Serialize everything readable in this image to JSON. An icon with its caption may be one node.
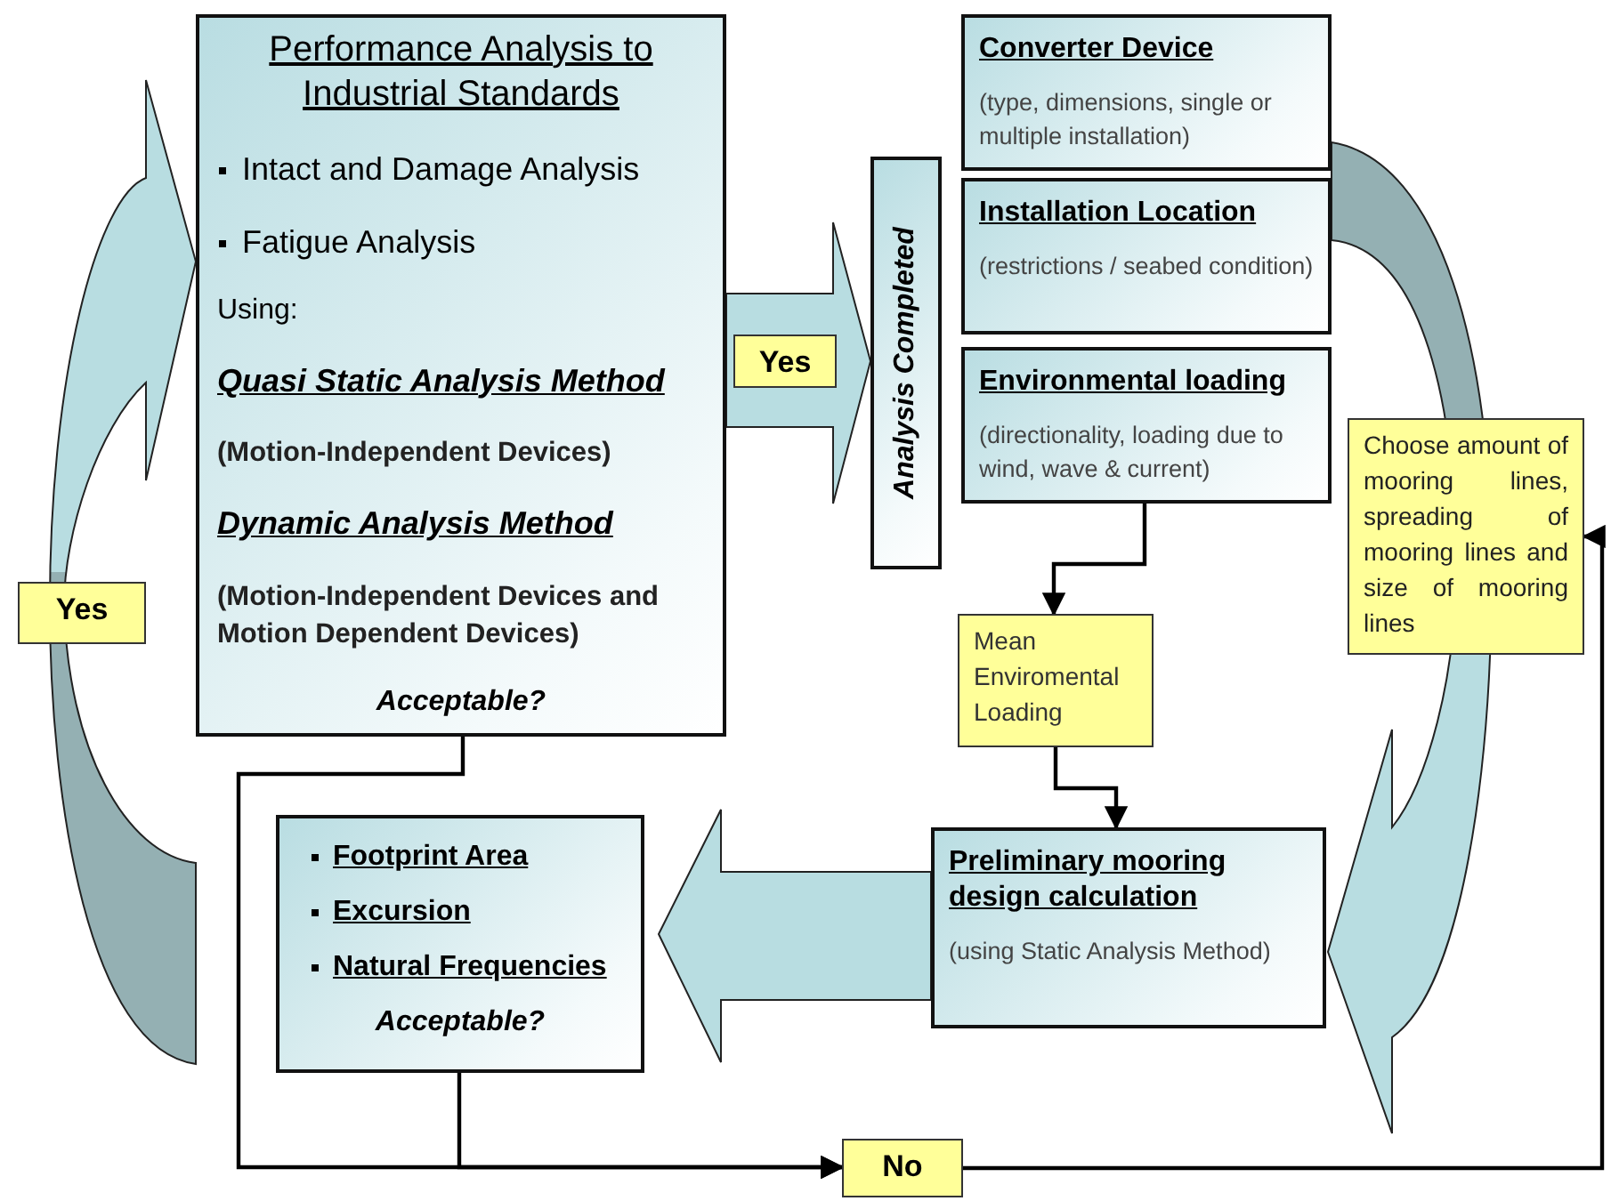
{
  "diagram": {
    "nodes": [
      {
        "text": [
          "Performance Analysis to Industrial Standards",
          "Intact and Damage Analysis",
          "Fatigue Analysis",
          "Using:",
          "Quasi Static Analysis Method",
          "(Motion-Independent Devices)",
          "Dynamic Analysis Method",
          "(Motion-Independent Devices and Motion Dependent Devices)",
          "Acceptable?"
        ]
      },
      {
        "text": [
          "Analysis Completed"
        ]
      },
      {
        "text": [
          "Converter Device",
          "(type, dimensions, single or multiple installation)"
        ]
      },
      {
        "text": [
          "Installation Location",
          "(restrictions / seabed condition)"
        ]
      },
      {
        "text": [
          "Environmental loading",
          "(directionality, loading due to wind, wave & current)"
        ]
      },
      {
        "text": [
          "Choose amount of mooring lines, spreading of mooring lines and size of mooring lines"
        ]
      },
      {
        "text": [
          "Mean Enviromental Loading"
        ]
      },
      {
        "text": [
          "Preliminary mooring design calculation",
          "(using Static Analysis Method)"
        ]
      },
      {
        "text": [
          "Footprint Area",
          "Excursion",
          "Natural Frequencies",
          "Acceptable?"
        ]
      },
      {
        "text": [
          "No"
        ]
      },
      {
        "text": [
          "Yes"
        ]
      },
      {
        "text": [
          "Yes"
        ]
      }
    ],
    "edges": [
      {
        "from": 0,
        "to": 1,
        "arrow": "to",
        "style": "thick",
        "color": "#b8dde1"
      },
      {
        "from": 4,
        "to": 6,
        "arrow": "to"
      },
      {
        "from": 6,
        "to": 7,
        "arrow": "to"
      },
      {
        "from": 3,
        "to": 7,
        "arrow": "to",
        "style": "thick",
        "color": "#b8dde1"
      },
      {
        "from": 7,
        "to": 8,
        "arrow": "to",
        "style": "thick",
        "color": "#b8dde1"
      },
      {
        "from": 8,
        "to": 0,
        "arrow": "to",
        "style": "thick",
        "color": "#b8dde1"
      },
      {
        "from": 0,
        "to": 9,
        "arrow": "to"
      },
      {
        "from": 8,
        "to": 9,
        "arrow": "to"
      },
      {
        "from": 9,
        "to": 5,
        "arrow": "to"
      }
    ]
  }
}
